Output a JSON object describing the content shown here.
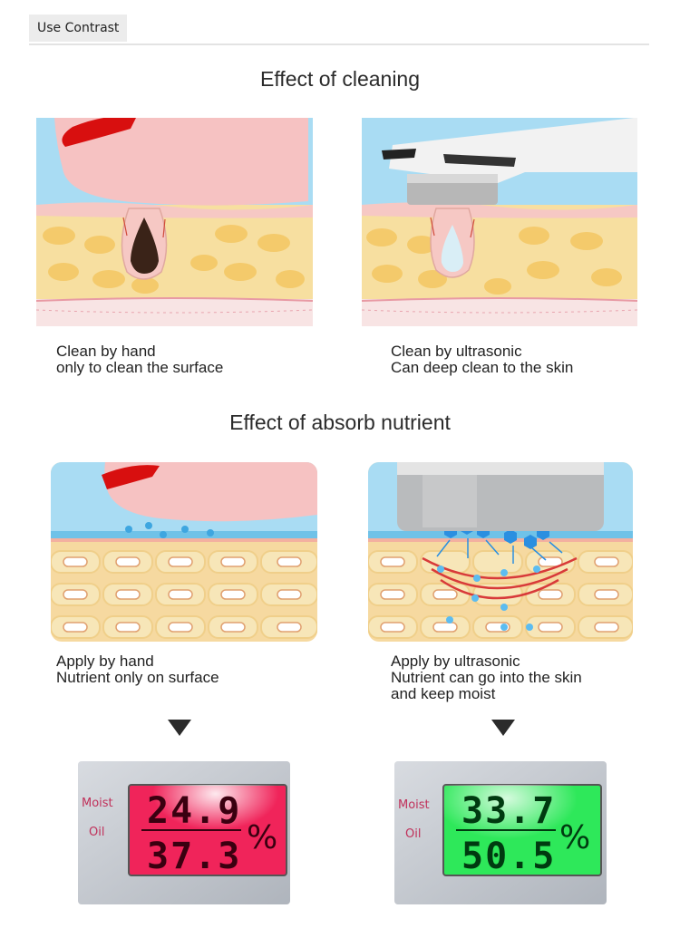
{
  "header": {
    "tag_label": "Use Contrast"
  },
  "cleaning": {
    "title": "Effect of cleaning",
    "hand": {
      "line1": "Clean by hand",
      "line2": "only to clean the surface"
    },
    "ultrasonic": {
      "line1": "Clean by ultrasonic",
      "line2": "Can deep clean to the skin"
    }
  },
  "absorb": {
    "title": "Effect of absorb nutrient",
    "hand": {
      "line1": "Apply by hand",
      "line2": "Nutrient only on surface"
    },
    "ultrasonic": {
      "line1": "Apply by ultrasonic",
      "line2": "Nutrient can go into the skin",
      "line3": "and keep moist"
    }
  },
  "meters": {
    "labels": {
      "moist": "Moist",
      "oil": "Oil"
    },
    "unit": "%",
    "hand": {
      "moist_value": "24.9",
      "oil_value": "37.3",
      "screen_color": "#f0245a"
    },
    "ultrasonic": {
      "moist_value": "33.7",
      "oil_value": "50.5",
      "screen_color": "#2ee85a"
    }
  },
  "colors": {
    "skin_layer": "#f7dfa0",
    "skin_surface": "#f6c8c4",
    "sky": "#a9dcf3",
    "nail": "#d80f0f",
    "finger": "#f6c2c2"
  }
}
